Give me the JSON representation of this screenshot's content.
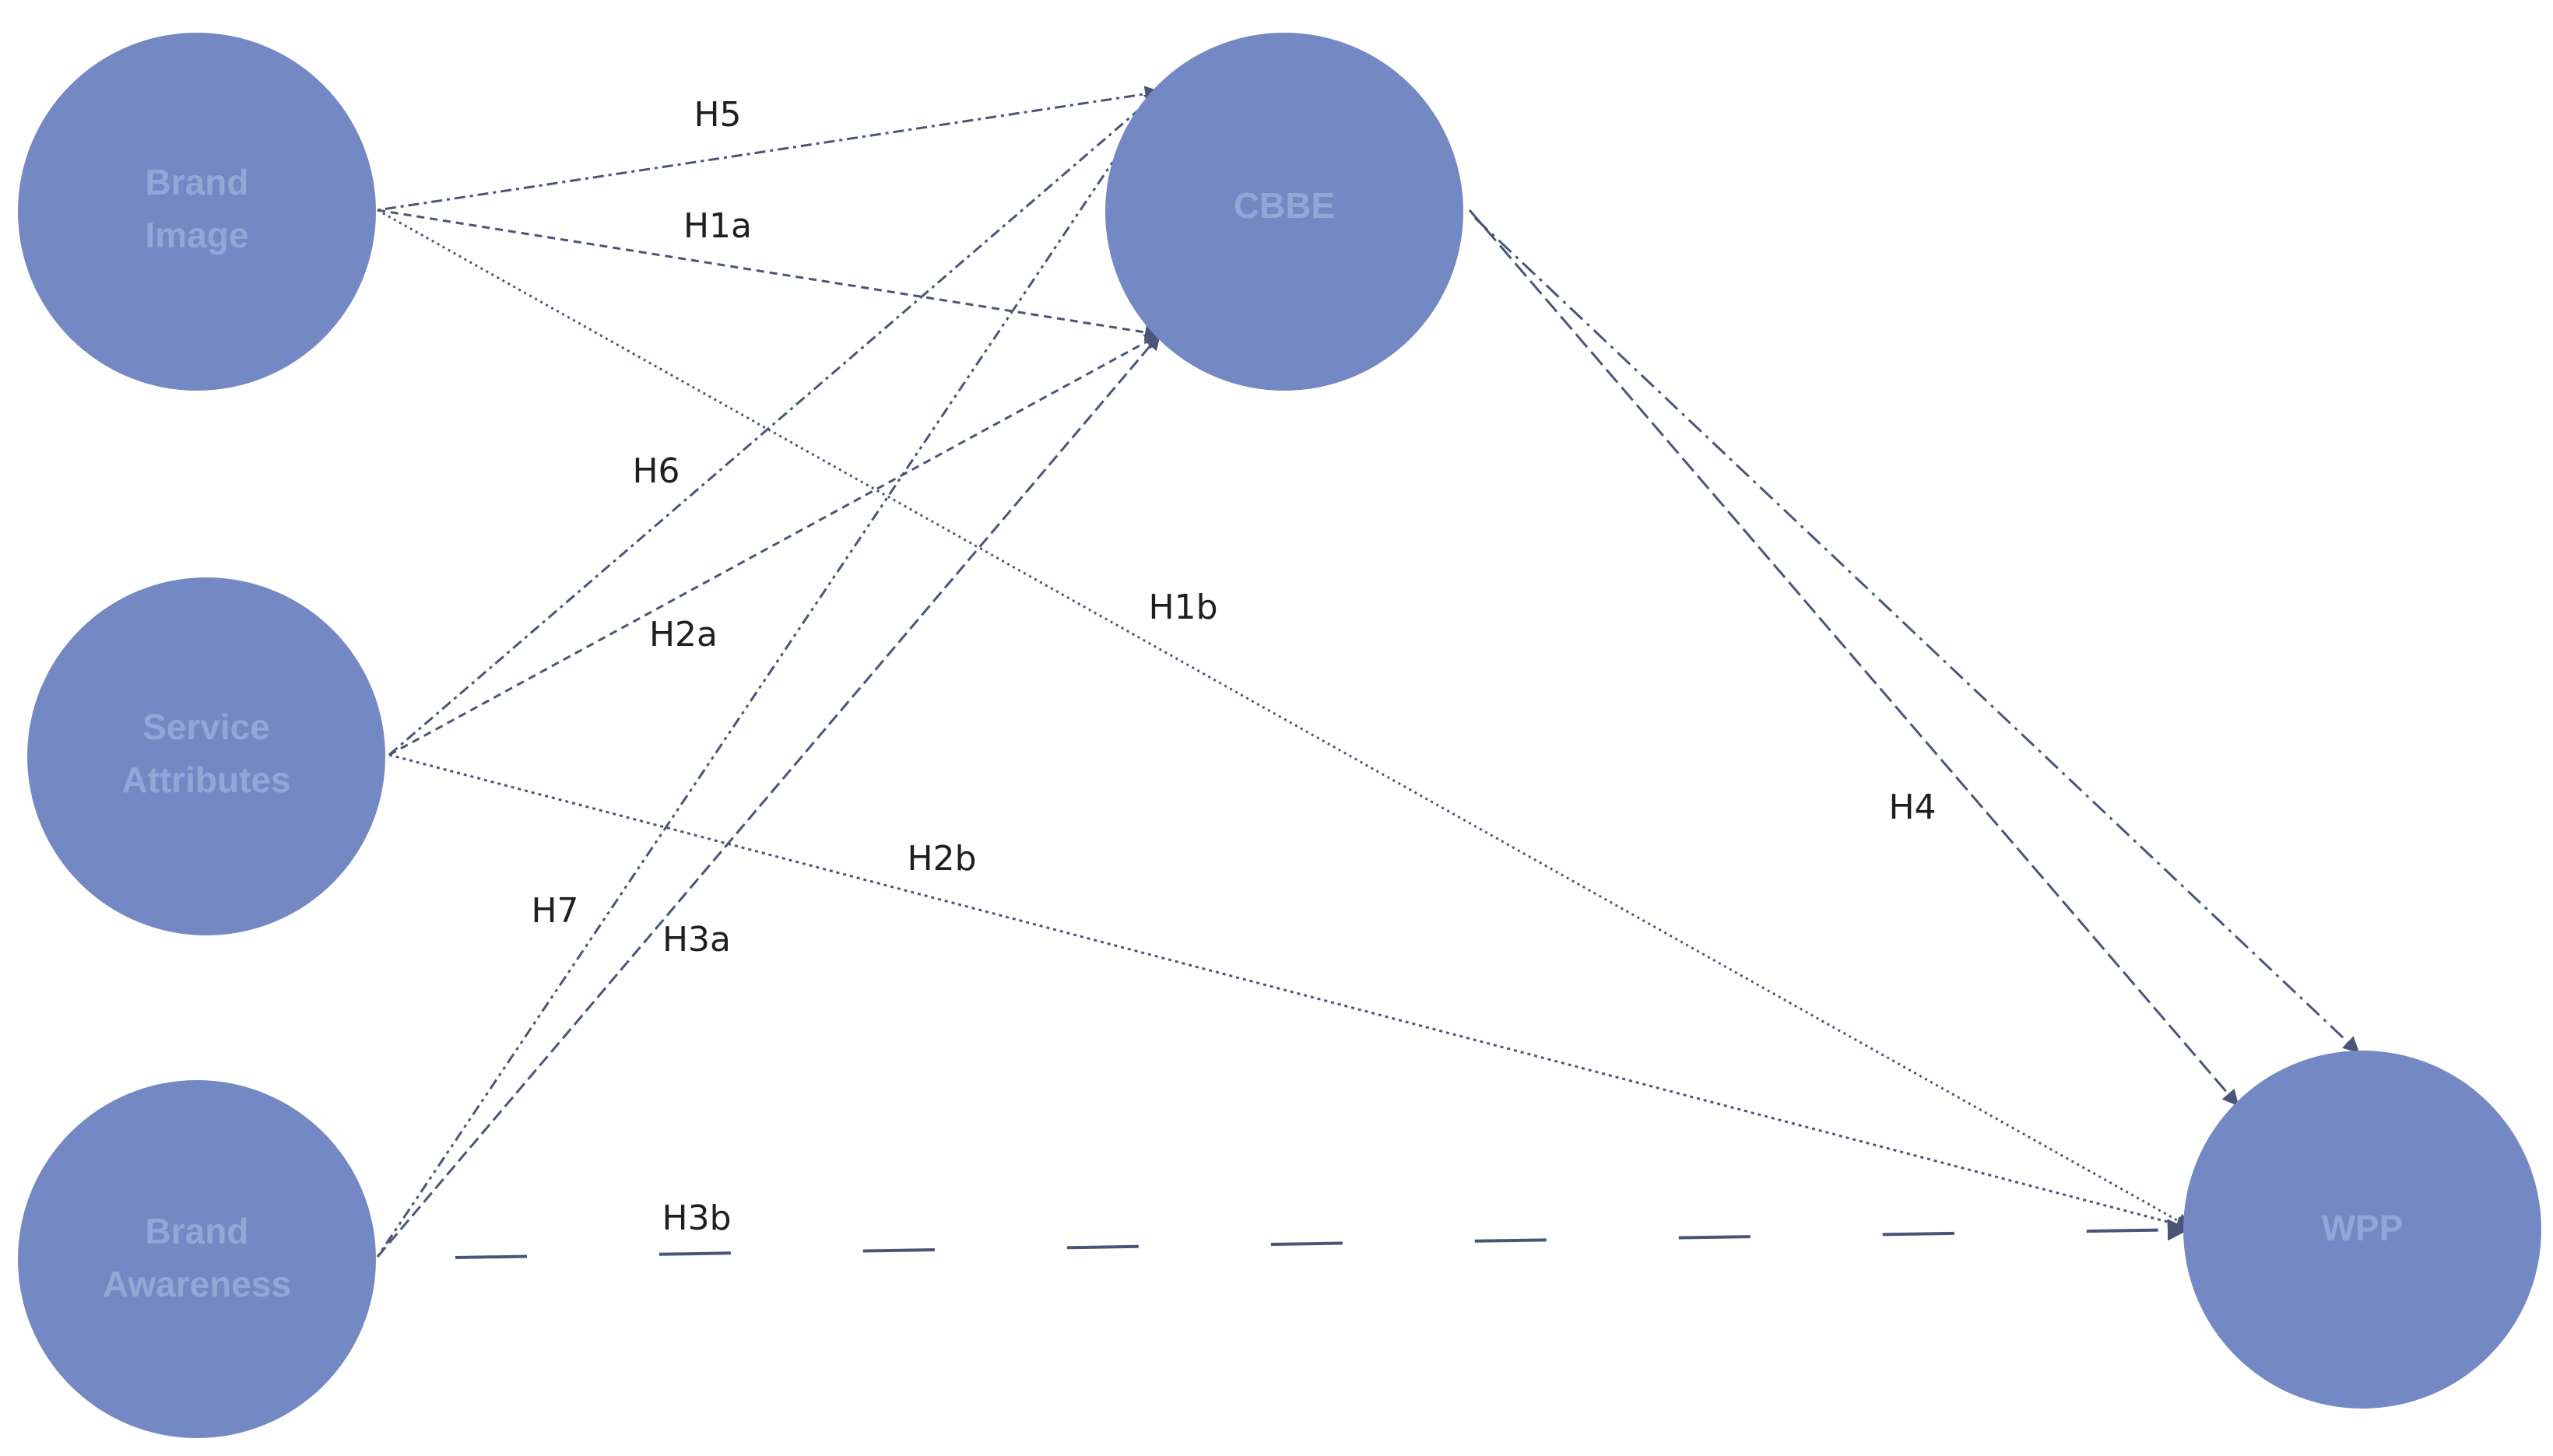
{
  "nodes": {
    "brand_image": {
      "label_line1": "Brand",
      "label_line2": "Image"
    },
    "service_attributes": {
      "label_line1": "Service",
      "label_line2": "Attributes"
    },
    "brand_awareness": {
      "label_line1": "Brand",
      "label_line2": "Awareness"
    },
    "cbbe": {
      "label": "CBBE"
    },
    "wpp": {
      "label": "WPP"
    }
  },
  "hypotheses": {
    "h5": "H5",
    "h1a": "H1a",
    "h6": "H6",
    "h2a": "H2a",
    "h1b": "H1b",
    "h2b": "H2b",
    "h7": "H7",
    "h3a": "H3a",
    "h4": "H4",
    "h3b": "H3b"
  },
  "colors": {
    "node_fill": "#7489c4",
    "node_text": "#93a6d8",
    "edge": "#4a5578"
  }
}
